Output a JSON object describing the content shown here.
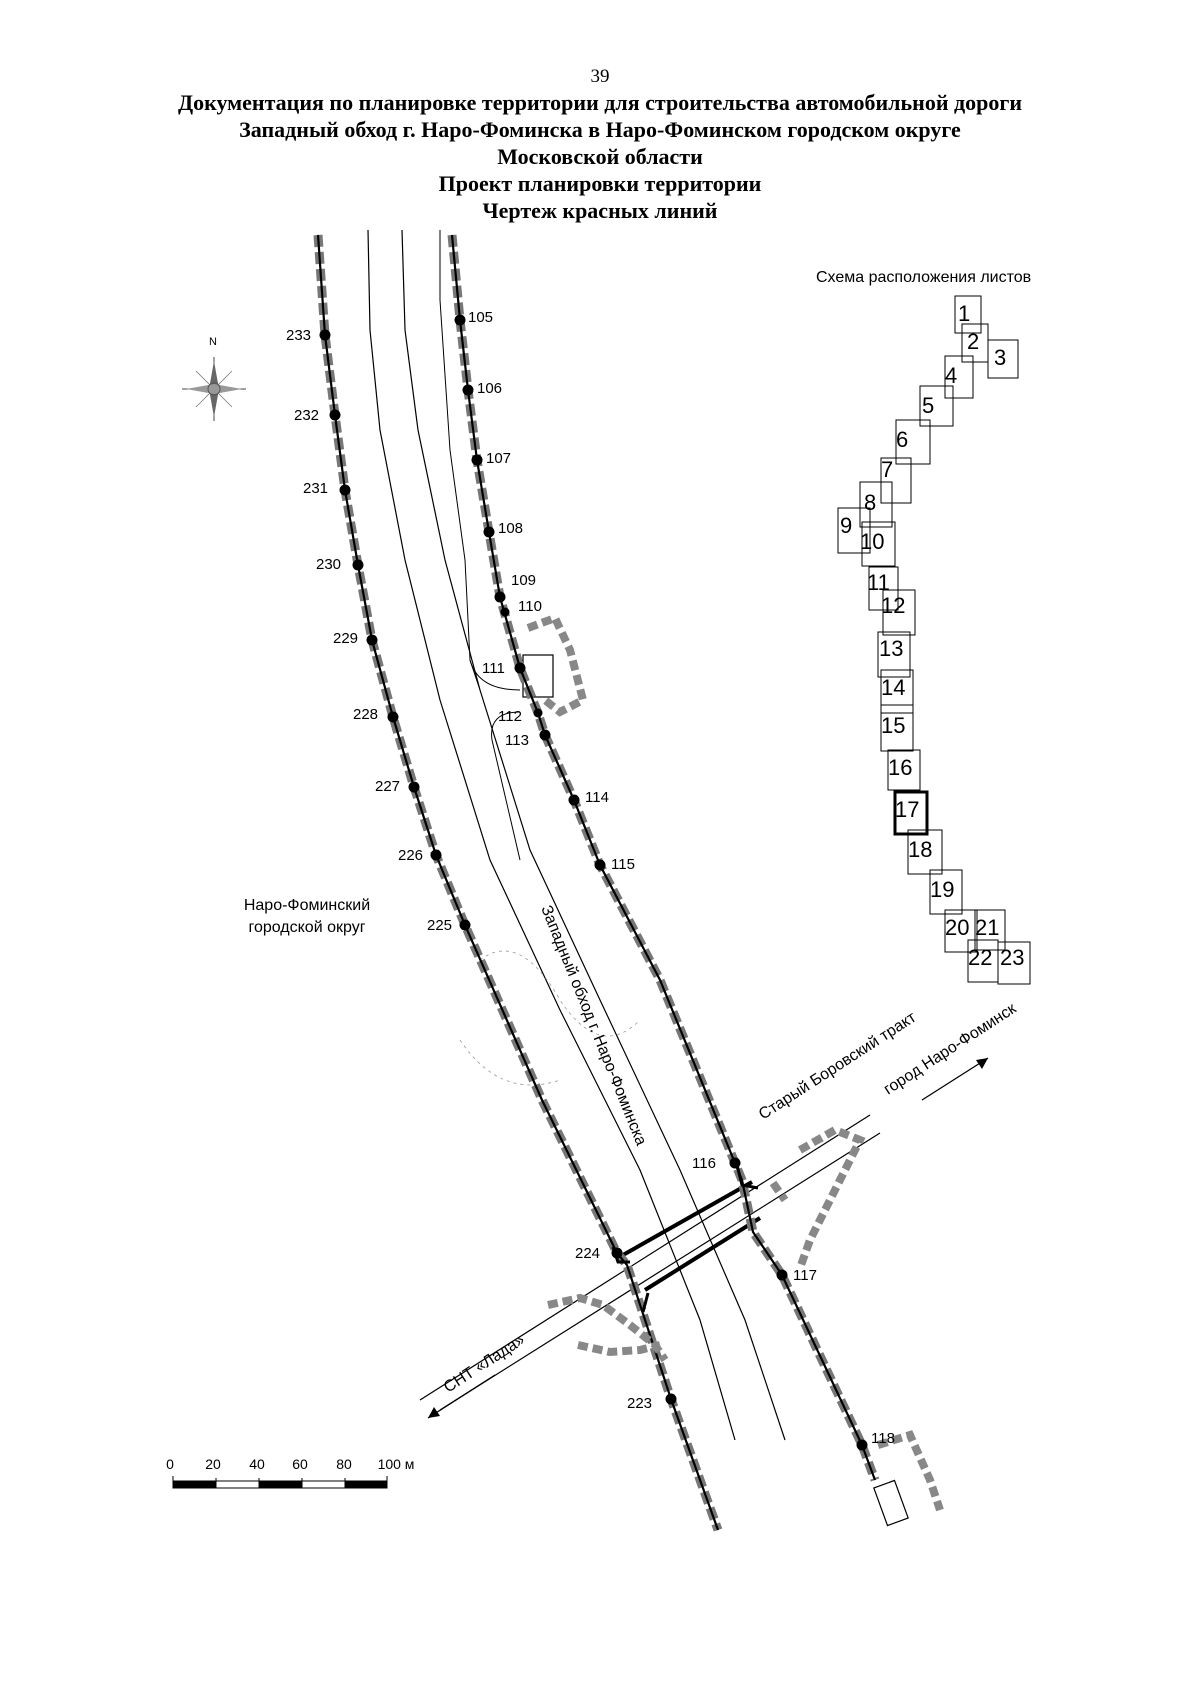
{
  "page_number": "39",
  "title_lines": [
    "Документация по планировке территории для строительства автомобильной дороги",
    "Западный обход г. Наро-Фоминска в Наро-Фоминском городском округе",
    "Московской области",
    "Проект планировки территории",
    "Чертеж красных линий"
  ],
  "inset": {
    "title": "Схема расположения листов",
    "sheets": [
      "1",
      "2",
      "3",
      "4",
      "5",
      "6",
      "7",
      "8",
      "9",
      "10",
      "11",
      "12",
      "13",
      "14",
      "15",
      "16",
      "17",
      "18",
      "19",
      "20",
      "21",
      "22",
      "23"
    ],
    "current_sheet": "17"
  },
  "north_arrow": {
    "letter": "N"
  },
  "labels": {
    "district": [
      "Наро-Фоминский",
      "городской округ"
    ],
    "bypass_road": "Западный обход г. Наро-Фоминска",
    "old_road": "Старый Боровский тракт",
    "to_city": "город Наро-Фоминск",
    "to_snt": "СНТ «Лада»"
  },
  "points_left": [
    "233",
    "232",
    "231",
    "230",
    "229",
    "228",
    "227",
    "226",
    "225",
    "224",
    "223"
  ],
  "points_right": [
    "105",
    "106",
    "107",
    "108",
    "109",
    "110",
    "111",
    "112",
    "113",
    "114",
    "115",
    "116",
    "117",
    "118"
  ],
  "scale_bar": {
    "ticks": [
      "0",
      "20",
      "40",
      "60",
      "80",
      "100 м"
    ]
  }
}
